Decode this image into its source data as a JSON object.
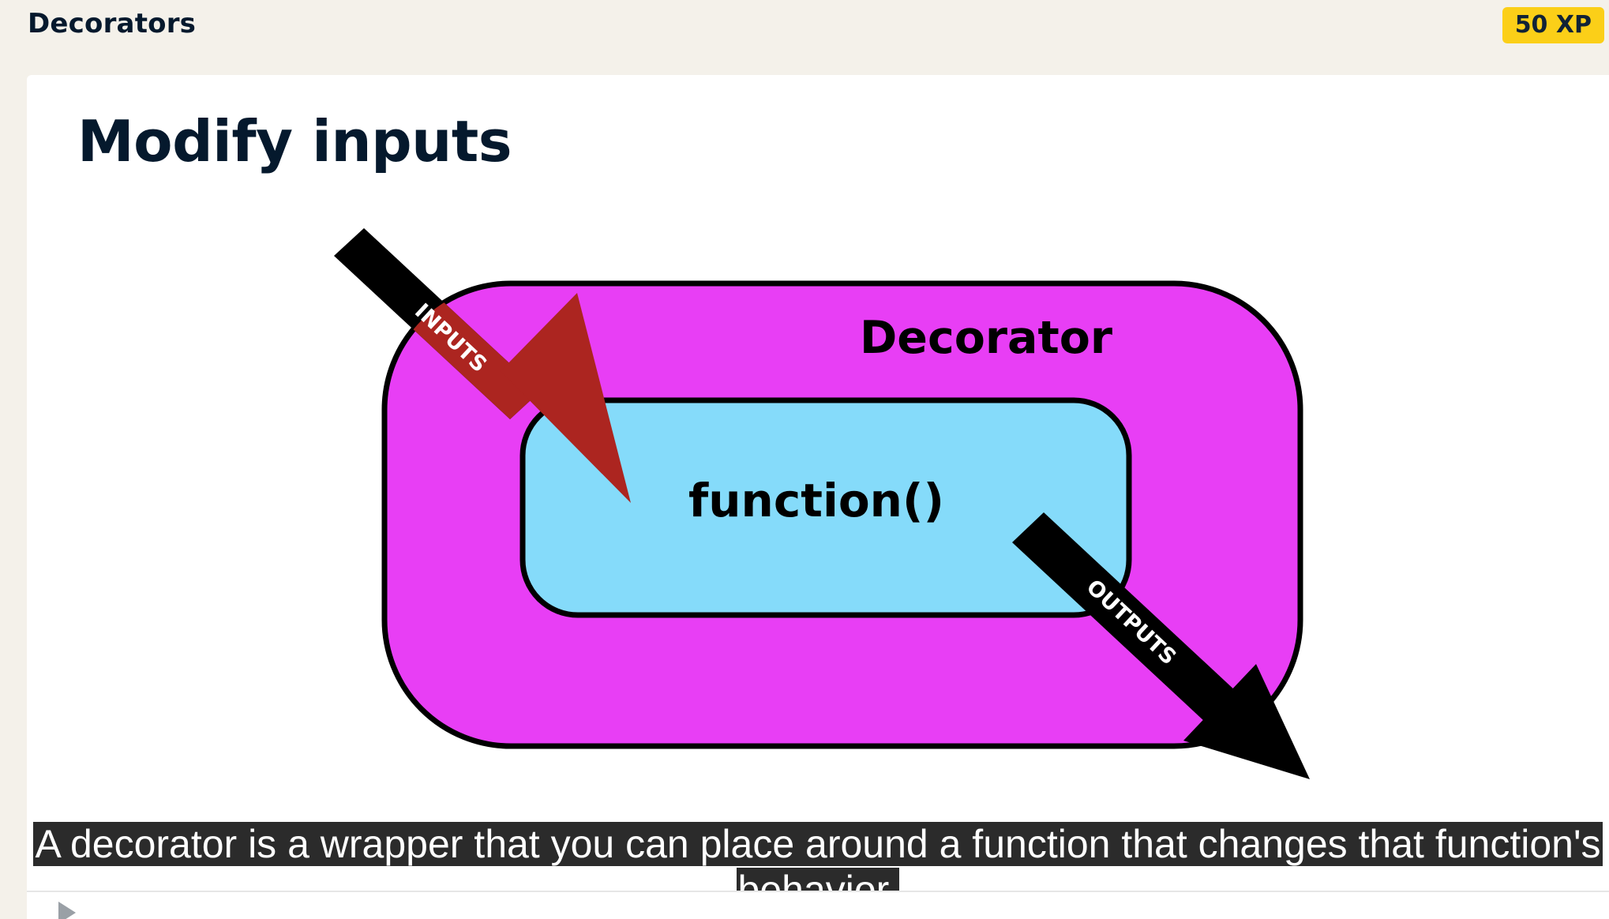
{
  "header": {
    "course_title": "Decorators",
    "xp_label": "50 XP"
  },
  "slide": {
    "heading": "Modify inputs",
    "diagram": {
      "outer_label": "Decorator",
      "inner_label": "function()",
      "input_arrow_label": "INPUTS",
      "output_arrow_label": "OUTPUTS",
      "colors": {
        "outer_fill": "#e83ef5",
        "inner_fill": "#85dbfa",
        "input_arrow_tip": "#ac2520",
        "arrow_body": "#000000"
      }
    },
    "caption": "A decorator is a wrapper that you can place around a function that changes that function's behavior."
  },
  "player": {
    "play_icon": "play-icon"
  }
}
